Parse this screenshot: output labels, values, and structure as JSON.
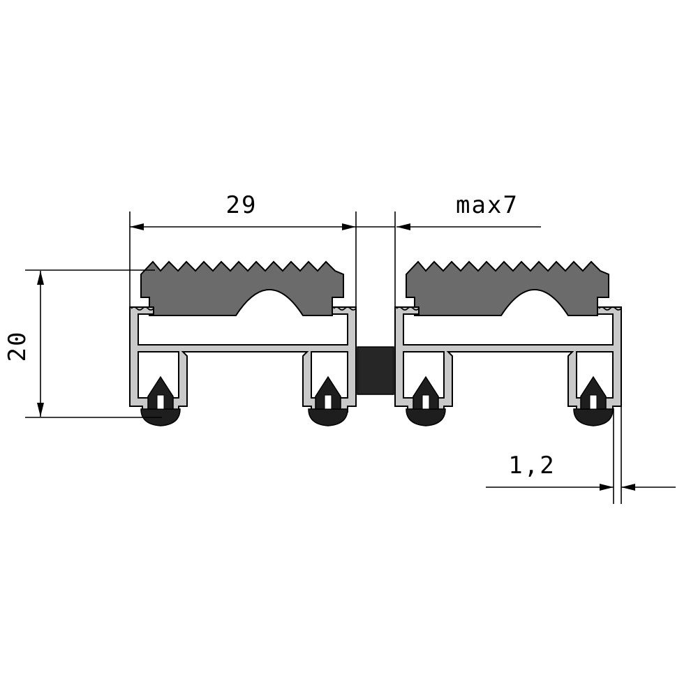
{
  "dimensions": {
    "width": "29",
    "gap": "max7",
    "height": "20",
    "wall": "1,2"
  },
  "colors": {
    "aluminium": "#c9c9c9",
    "rubber_insert": "#6b6b6b",
    "seal": "#1e1e1e",
    "background": "#ffffff"
  },
  "profiles": [
    "left-profile",
    "right-profile"
  ]
}
